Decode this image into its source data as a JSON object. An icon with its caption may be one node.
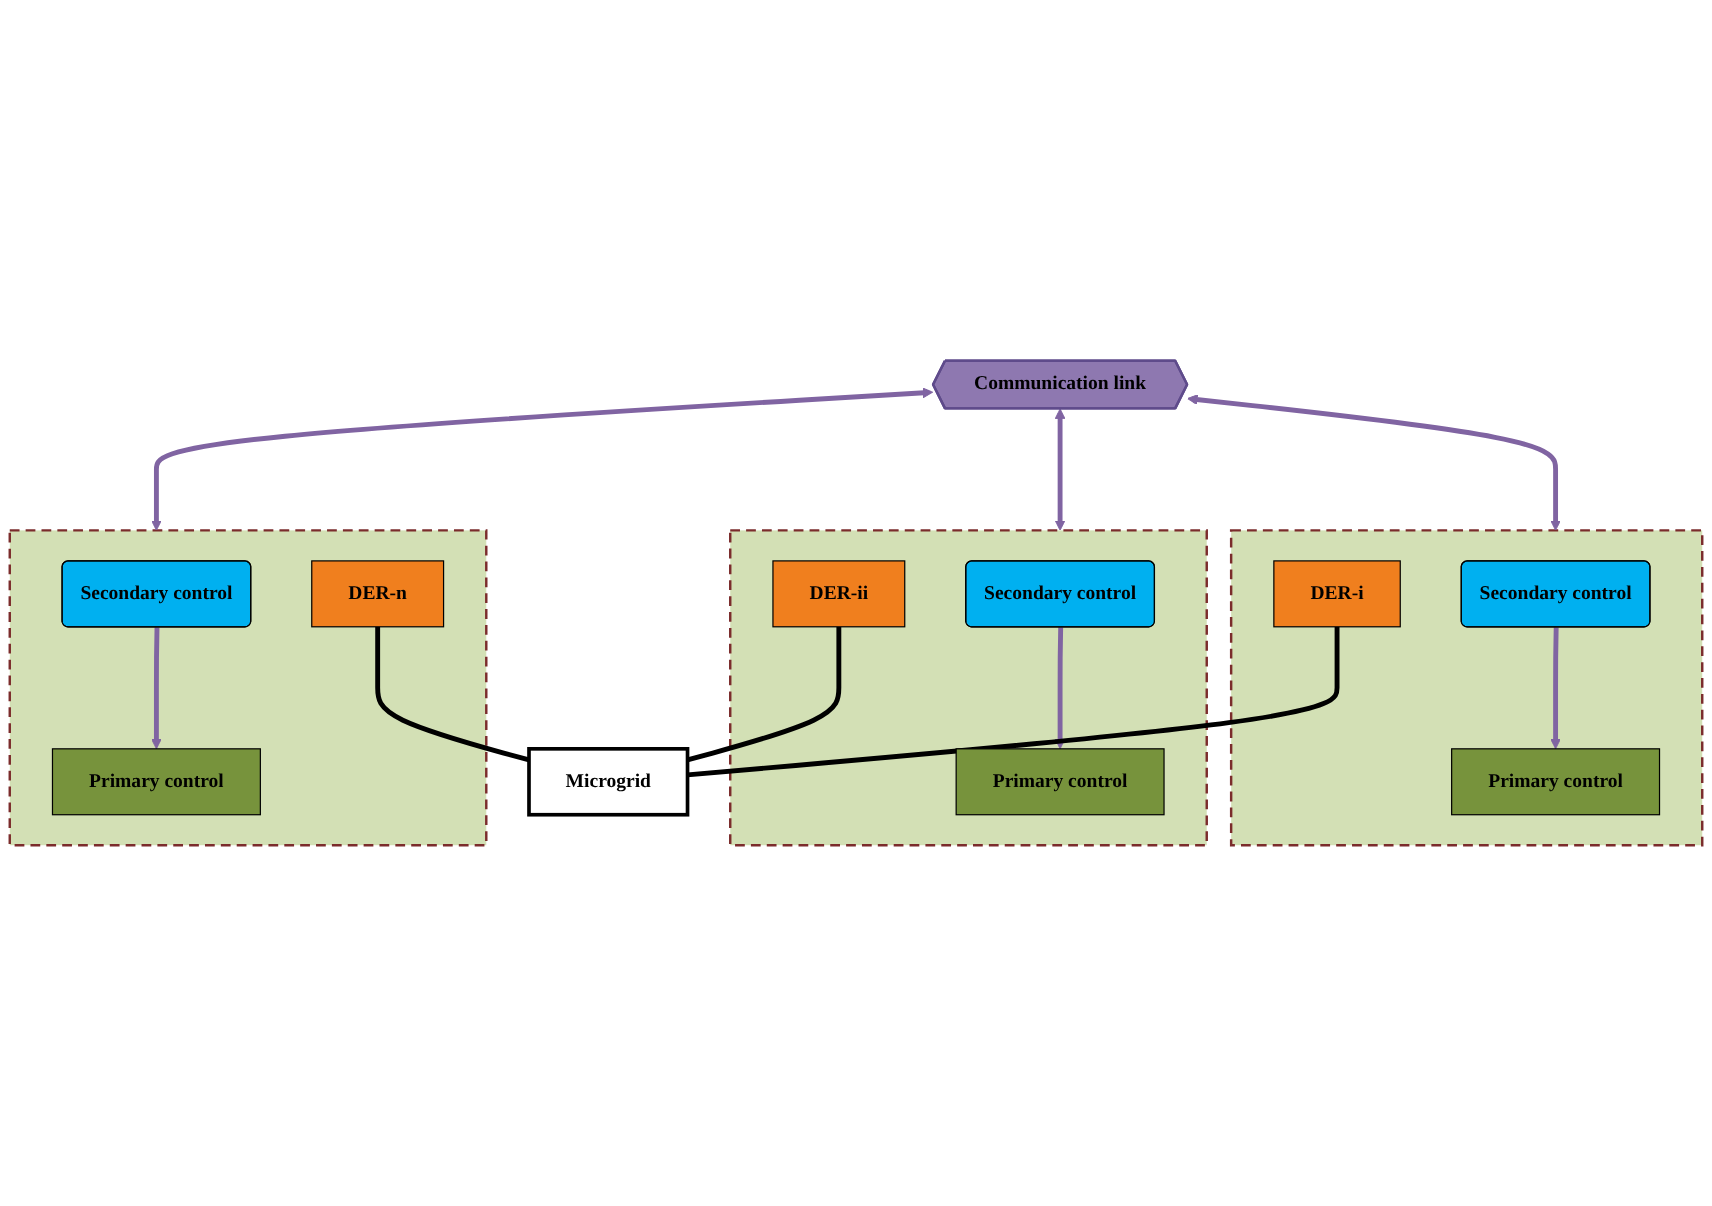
{
  "diagram": {
    "nodes": [
      {
        "text": [
          "Communication link"
        ]
      },
      {
        "text": [],
        "shape": "box"
      },
      {
        "text": [
          "Secondary control"
        ],
        "in": 1
      },
      {
        "text": [
          "Primary control"
        ],
        "in": 1
      },
      {
        "text": [
          "DER-i"
        ],
        "in": 1
      },
      {
        "text": [],
        "shape": "box"
      },
      {
        "text": [
          "Secondary control"
        ],
        "in": 5
      },
      {
        "text": [
          "Primary control"
        ],
        "in": 5
      },
      {
        "text": [
          "DER-ii"
        ],
        "in": 5
      },
      {
        "text": [],
        "shape": "box"
      },
      {
        "text": [
          "Secondary control"
        ],
        "in": 9
      },
      {
        "text": [
          "Primary control"
        ],
        "in": 9
      },
      {
        "text": [
          "DER-n"
        ],
        "in": 9
      },
      {
        "text": [
          "Microgrid"
        ]
      }
    ],
    "edges": [
      {
        "from": 0,
        "to": 1,
        "arrow": "both"
      },
      {
        "from": 0,
        "to": 5,
        "arrow": "both"
      },
      {
        "from": 0,
        "to": 9,
        "arrow": "both"
      },
      {
        "from": 2,
        "to": 3,
        "arrow": "to"
      },
      {
        "from": 6,
        "to": 7,
        "arrow": "to"
      },
      {
        "from": 10,
        "to": 11,
        "arrow": "to"
      },
      {
        "from": 4,
        "to": 13,
        "arrow": "none",
        "color": "#000000"
      },
      {
        "from": 8,
        "to": 13,
        "arrow": "none",
        "color": "#000000"
      },
      {
        "from": 12,
        "to": 13,
        "arrow": "none",
        "color": "#000000"
      }
    ]
  }
}
